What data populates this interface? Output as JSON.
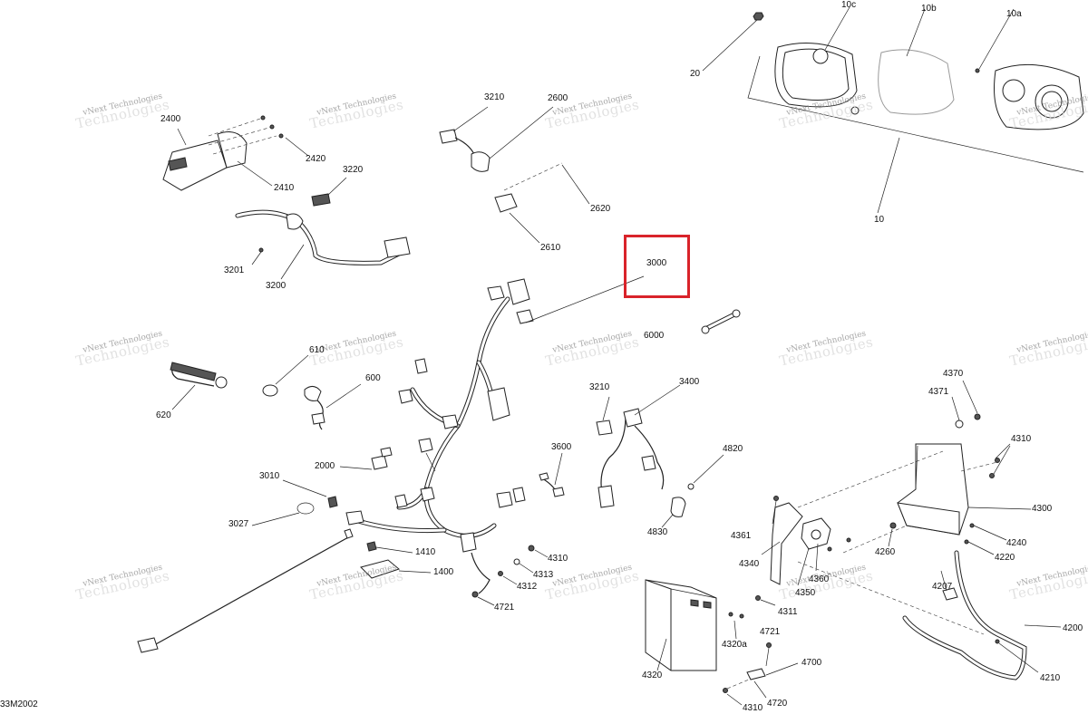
{
  "diagram_code": "33M2002",
  "watermark": {
    "line1": "vNext Technologies",
    "line2": "Technologies"
  },
  "highlight_color": "#d9232a",
  "callouts": {
    "c10c": "10c",
    "c10b": "10b",
    "c10a": "10a",
    "c20": "20",
    "c10": "10",
    "c2400": "2400",
    "c2420": "2420",
    "c2410": "2410",
    "c3220": "3220",
    "c3201": "3201",
    "c3200": "3200",
    "c3210_top": "3210",
    "c2600": "2600",
    "c2620": "2620",
    "c2610": "2610",
    "c3000": "3000",
    "c6000": "6000",
    "c610": "610",
    "c600": "600",
    "c620": "620",
    "c3210_mid": "3210",
    "c3400": "3400",
    "c3600": "3600",
    "c4820": "4820",
    "c4830": "4830",
    "c2000": "2000",
    "c3010": "3010",
    "c3027": "3027",
    "c1410": "1410",
    "c1400": "1400",
    "c4310_mid": "4310",
    "c4313": "4313",
    "c4312": "4312",
    "c4721_mid": "4721",
    "c4370": "4370",
    "c4371": "4371",
    "c4310_right": "4310",
    "c4300": "4300",
    "c4361": "4361",
    "c4340": "4340",
    "c4260": "4260",
    "c4240": "4240",
    "c4220": "4220",
    "c4360": "4360",
    "c4350": "4350",
    "c4311": "4311",
    "c4207": "4207",
    "c4200": "4200",
    "c4210": "4210",
    "c4320": "4320",
    "c4320a": "4320a",
    "c4721_bot": "4721",
    "c4700": "4700",
    "c4720": "4720",
    "c4310_bot": "4310"
  }
}
